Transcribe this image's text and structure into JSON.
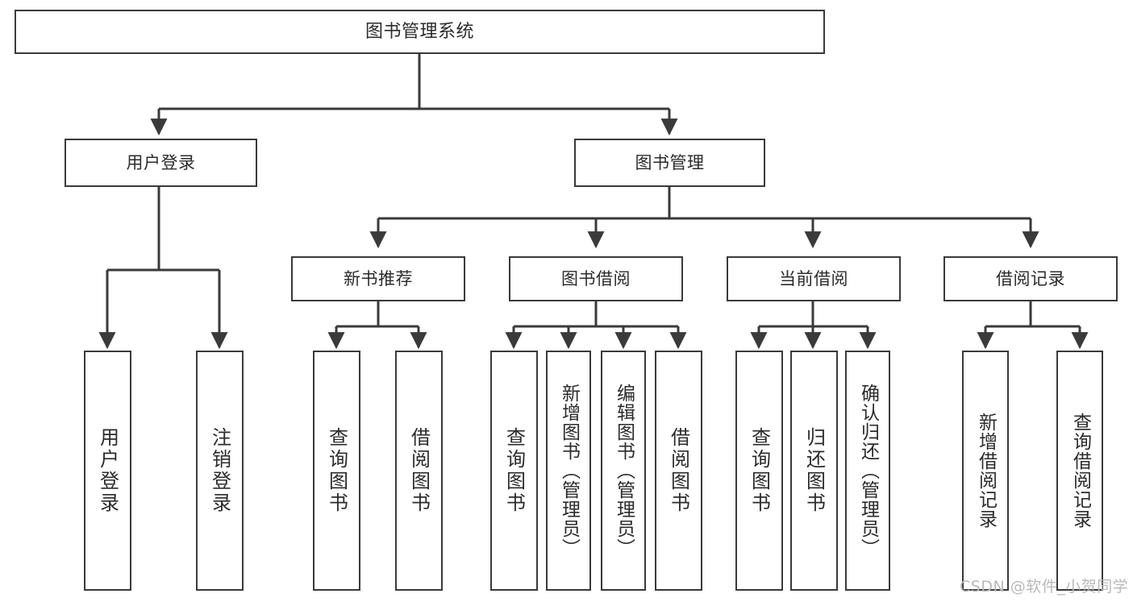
{
  "diagram": {
    "title_node": {
      "label": "图书管理系统"
    },
    "level2": [
      {
        "id": "user-login",
        "label": "用户登录"
      },
      {
        "id": "book-manage",
        "label": "图书管理"
      }
    ],
    "level3": [
      {
        "id": "new-book-recommend",
        "label": "新书推荐"
      },
      {
        "id": "book-borrow",
        "label": "图书借阅"
      },
      {
        "id": "current-borrow",
        "label": "当前借阅"
      },
      {
        "id": "borrow-record",
        "label": "借阅记录"
      }
    ],
    "leaves": [
      {
        "id": "leaf-user-login",
        "label": "用户登录"
      },
      {
        "id": "leaf-user-logout",
        "label": "注销登录"
      },
      {
        "id": "leaf-query-book-1",
        "label": "查询图书"
      },
      {
        "id": "leaf-borrow-book-1",
        "label": "借阅图书"
      },
      {
        "id": "leaf-query-book-2",
        "label": "查询图书"
      },
      {
        "id": "leaf-add-book",
        "label": "新增图书（管理员）"
      },
      {
        "id": "leaf-edit-book",
        "label": "编辑图书（管理员）"
      },
      {
        "id": "leaf-borrow-book-2",
        "label": "借阅图书"
      },
      {
        "id": "leaf-query-book-3",
        "label": "查询图书"
      },
      {
        "id": "leaf-return-book",
        "label": "归还图书"
      },
      {
        "id": "leaf-confirm-return",
        "label": "确认归还（管理员）"
      },
      {
        "id": "leaf-add-record",
        "label": "新增借阅记录"
      },
      {
        "id": "leaf-query-record",
        "label": "查询借阅记录"
      }
    ],
    "watermark": "CSDN @软件_小贺同学",
    "colors": {
      "border": "#3a3a3a",
      "text": "#2b2b2b",
      "edge": "#3a3a3a",
      "background": "#ffffff",
      "watermark": "#b9b9b9"
    }
  }
}
